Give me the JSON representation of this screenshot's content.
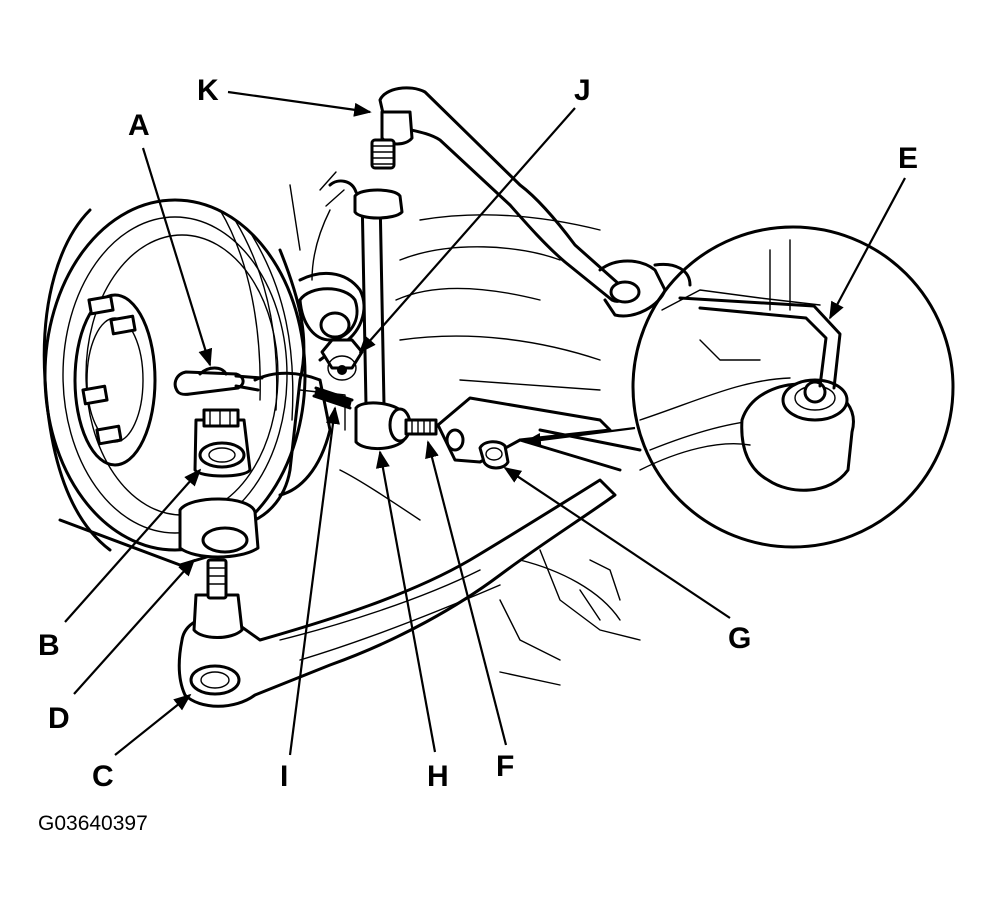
{
  "figure_id": "G03640397",
  "callouts": {
    "A": "A",
    "B": "B",
    "C": "C",
    "D": "D",
    "E": "E",
    "F": "F",
    "G": "G",
    "H": "H",
    "I": "I",
    "J": "J",
    "K": "K"
  },
  "colors": {
    "ink": "#000000",
    "paper": "#ffffff"
  }
}
